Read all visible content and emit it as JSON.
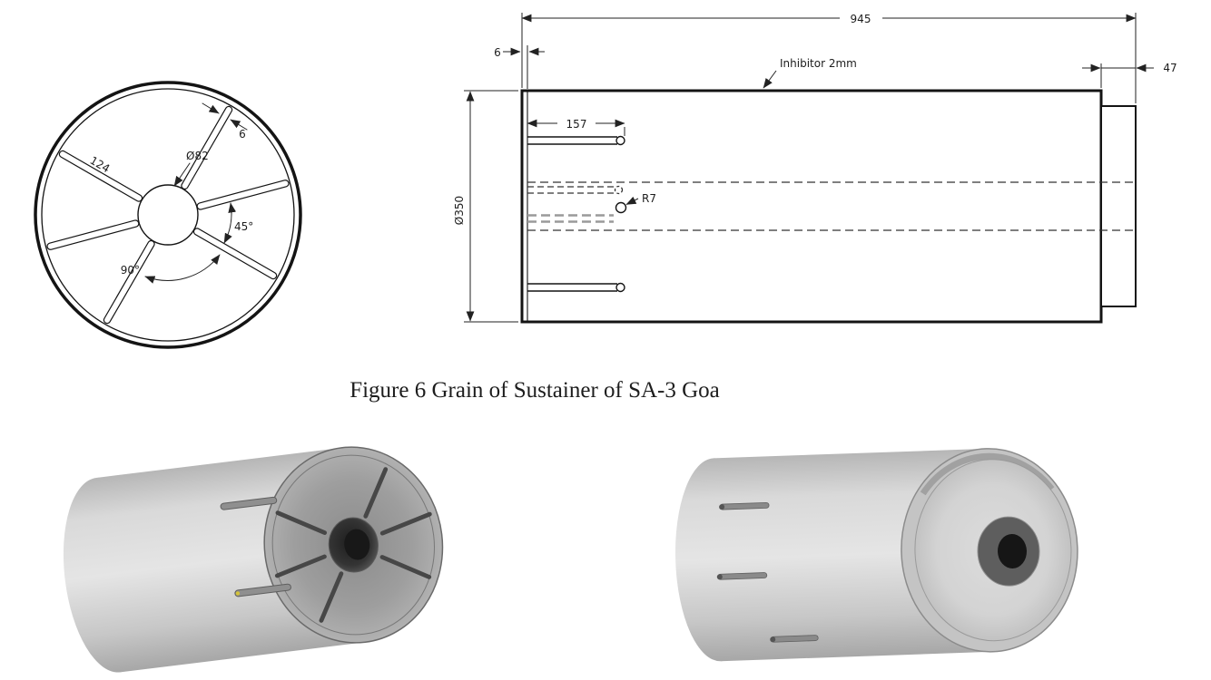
{
  "figure_caption": "Figure 6 Grain of Sustainer of SA-3 Goa",
  "cross_section": {
    "slot_length": "124",
    "bore_diameter": "Ø82",
    "slot_width": "6",
    "angle_small": "45°",
    "angle_large": "90°"
  },
  "side_view": {
    "overall_length": "945",
    "front_inset": "6",
    "end_segment_length": "47",
    "slot_depth": "157",
    "outer_diameter": "Ø350",
    "slot_tip_radius": "R7",
    "inhibitor_label": "Inhibitor 2mm"
  }
}
